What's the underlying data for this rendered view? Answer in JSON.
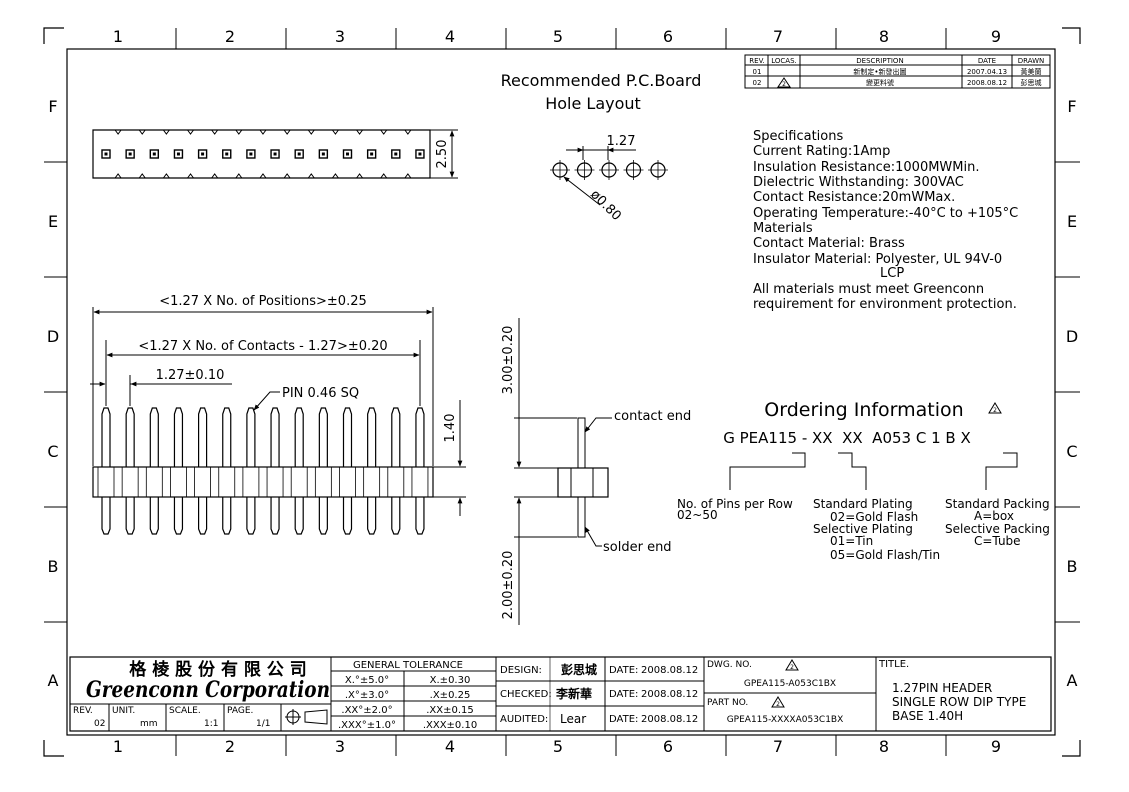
{
  "border": {
    "cols": [
      "1",
      "2",
      "3",
      "4",
      "5",
      "6",
      "7",
      "8",
      "9"
    ],
    "rows": [
      "F",
      "E",
      "D",
      "C",
      "B",
      "A"
    ]
  },
  "revisions": {
    "headers": [
      "REV.",
      "LOCAS.",
      "DESCRIPTION",
      "DATE",
      "DRAWN"
    ],
    "rows": [
      {
        "rev": "01",
        "locas": "",
        "description": "新制定•新發出圖",
        "date": "2007.04.13",
        "drawn": "黃美蘭"
      },
      {
        "rev": "02",
        "locas": "2",
        "description": "變更料號",
        "date": "2008.08.12",
        "drawn": "彭思城"
      }
    ]
  },
  "pcb_layout": {
    "title_line1": "Recommended P.C.Board",
    "title_line2": "Hole Layout",
    "pitch": "1.27",
    "hole_dia": "ø0.80"
  },
  "top_view": {
    "height_dim": "2.50"
  },
  "specifications": {
    "lines": [
      "Specifications",
      "Current Rating:1Amp",
      "Insulation Resistance:1000MWMin.",
      "Dielectric Withstanding:   300VAC",
      "Contact Resistance:20mWMax.",
      "Operating Temperature:-40°C to +105°C",
      "Materials",
      "Contact Material: Brass",
      "Insulator Material: Polyester, UL 94V-0",
      "LCP",
      "All materials must meet Greenconn",
      "requirement for environment protection."
    ]
  },
  "front_view": {
    "dim_positions": "<1.27 X No. of Positions>±0.25",
    "dim_contacts": "<1.27 X No. of Contacts  -  1.27>±0.20",
    "dim_pitch": "1.27±0.10",
    "pin_label": "PIN 0.46 SQ",
    "dim_height": "1.40"
  },
  "side_view": {
    "dim_top": "3.00±0.20",
    "dim_bottom": "2.00±0.20",
    "contact_end": "contact end",
    "solder_end": "solder end"
  },
  "ordering": {
    "title": "Ordering Information",
    "code": "G PEA115 - XX  XX  A053 C 1 B X",
    "pins_label": "No. of Pins per Row",
    "pins_range": "02~50",
    "plating_lines": [
      "Standard Plating",
      "02=Gold Flash",
      "Selective Plating",
      "01=Tin",
      "05=Gold Flash/Tin"
    ],
    "packing_lines": [
      "Standard Packing",
      "A=box",
      "Selective Packing",
      "C=Tube"
    ]
  },
  "title_block": {
    "company_cn": "格 棱 股 份 有 限 公 司",
    "company_en": "Greenconn Corporation",
    "rev_label": "REV.",
    "rev_value": "02",
    "unit_label": "UNIT.",
    "unit_value": "mm",
    "scale_label": "SCALE.",
    "scale_value": "1:1",
    "page_label": "PAGE.",
    "page_value": "1/1",
    "tolerance_header": "GENERAL TOLERANCE",
    "tolerances": [
      [
        "X.°±5.0°",
        "X.±0.30"
      ],
      [
        ".X°±3.0°",
        ".X±0.25"
      ],
      [
        ".XX°±2.0°",
        ".XX±0.15"
      ],
      [
        ".XXX°±1.0°",
        ".XXX±0.10"
      ]
    ],
    "design_label": "DESIGN:",
    "design_name": "彭思城",
    "checked_label": "CHECKED:",
    "checked_name": "李新華",
    "audited_label": "AUDITED:",
    "audited_name": "Lear",
    "date_label": "DATE:",
    "date_value": "2008.08.12",
    "dwg_label": "DWG. NO.",
    "dwg_value": "GPEA115-A053C1BX",
    "part_label": "PART NO.",
    "part_value": "GPEA115-XXXXA053C1BX",
    "title_label": "TITLE.",
    "title_lines": [
      "1.27PIN HEADER",
      "SINGLE ROW DIP TYPE",
      "BASE 1.40H"
    ],
    "rev_mark": "2"
  }
}
